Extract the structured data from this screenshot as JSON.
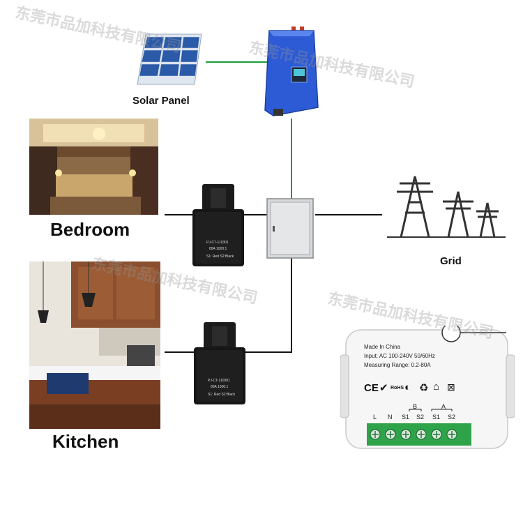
{
  "labels": {
    "solar_panel": "Solar Panel",
    "bedroom": "Bedroom",
    "kitchen": "Kitchen",
    "grid": "Grid"
  },
  "ct_sensor": {
    "model": "PJ-CT-110301",
    "rating": "80A 1000:1",
    "wires": "S1: Red S2:Black"
  },
  "energy_meter": {
    "origin": "Made In China",
    "input": "Input: AC 100-240V 50/60Hz",
    "range": "Measuring Range: 0.2-80A",
    "group_b": "B",
    "group_a": "A",
    "terminals": [
      "L",
      "N",
      "S1",
      "S2",
      "S1",
      "S2"
    ],
    "cert_marks": [
      "CE",
      "RoHS"
    ]
  },
  "watermark": "东莞市品加科技有限公司",
  "colors": {
    "solar_link": "#1a9b3a",
    "wire": "#111111",
    "inverter_blue": "#2d5bd6",
    "terminal_green": "#2ea34a"
  }
}
